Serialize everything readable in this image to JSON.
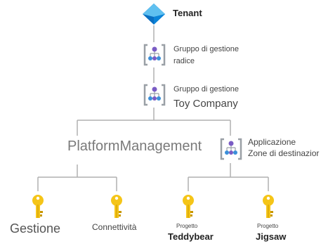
{
  "tenant": {
    "label": "Tenant",
    "icon": "azure-tenant-icon"
  },
  "root_group": {
    "line1": "Gruppo di gestione",
    "line2": "radice",
    "icon": "management-group-icon"
  },
  "toy_group": {
    "line1": "Gruppo di gestione",
    "line2": "Toy Company",
    "icon": "management-group-icon"
  },
  "platform": {
    "label": "PlatformManagement"
  },
  "landing_zones": {
    "line1": "Applicazione",
    "line2": "Zone di destinazior",
    "icon": "management-group-icon"
  },
  "subscriptions": [
    {
      "caption": "",
      "label": "Gestione",
      "icon": "subscription-key-icon"
    },
    {
      "caption": "",
      "label": "Connettività",
      "icon": "subscription-key-icon"
    },
    {
      "caption": "Progetto",
      "label": "Teddybear",
      "icon": "subscription-key-icon"
    },
    {
      "caption": "Progetto",
      "label": "Jigsaw",
      "icon": "subscription-key-icon"
    }
  ],
  "colors": {
    "line": "#b0b0b0",
    "key_gold": "#f5c518",
    "key_dark": "#c99700",
    "tenant_light": "#5fc0f0",
    "tenant_dark": "#0a6fc2",
    "group_bracket": "#9aa0a6",
    "group_node": "#7a5cc4",
    "group_node2": "#3b8fd9"
  }
}
